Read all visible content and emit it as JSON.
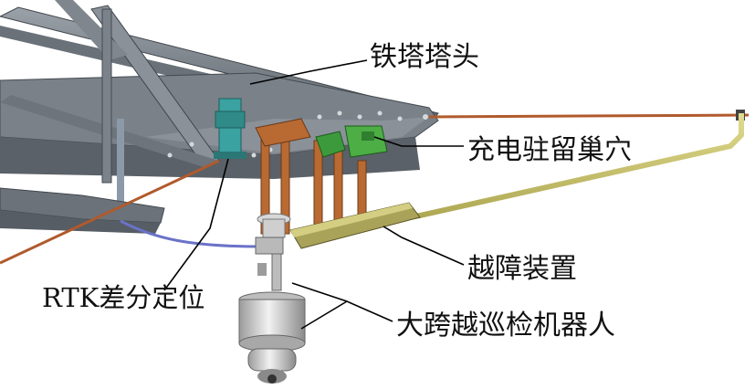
{
  "diagram": {
    "labels": {
      "tower_head": "铁塔塔头",
      "charging_nest": "充电驻留巢穴",
      "obstacle_device": "越障装置",
      "rtk": "RTK差分定位",
      "robot": "大跨越巡检机器人"
    },
    "colors": {
      "steel": "#707780",
      "steel_dark": "#4f565e",
      "steel_light": "#9aa1a8",
      "wire": "#b05a2c",
      "guide_rail": "#c8c26a",
      "copper_bracket": "#b86a32",
      "nest_green": "#3c9a3c",
      "rtk_teal": "#3aa2a0",
      "cable_blue": "#6a72c8",
      "robot_body": "#e4e4e4"
    },
    "icons": [
      "tower-head",
      "charging-nest",
      "obstacle-crossing-device",
      "rtk-antenna",
      "inspection-robot"
    ]
  }
}
